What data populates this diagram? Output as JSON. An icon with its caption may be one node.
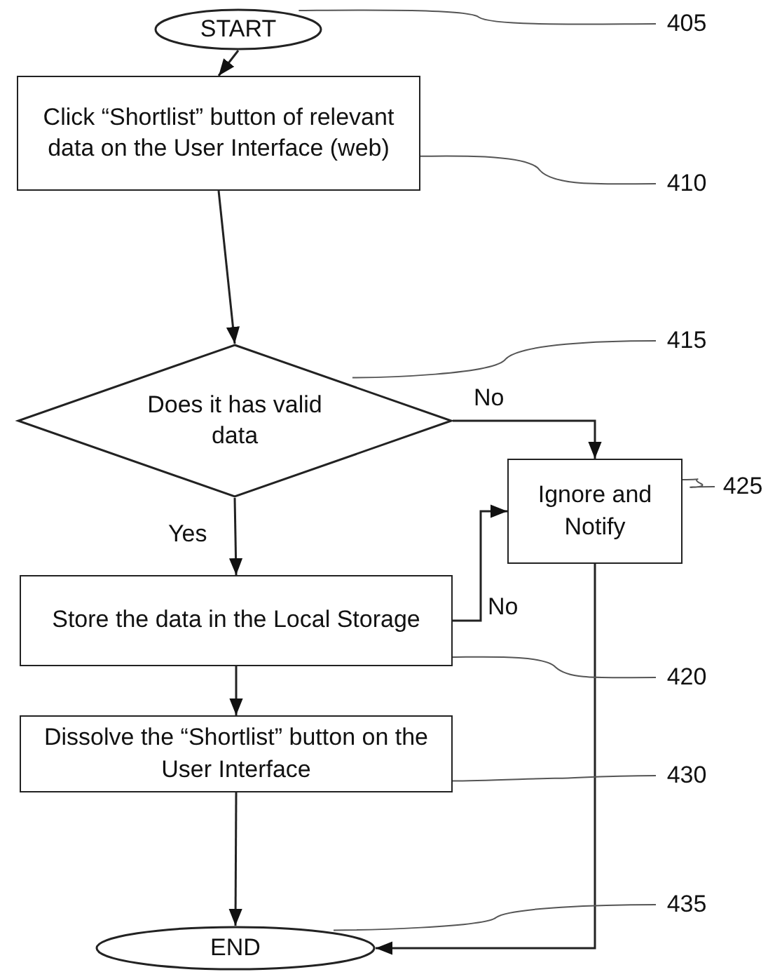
{
  "diagram": {
    "nodes": [
      {
        "text": [
          "START"
        ]
      },
      {
        "text": [
          "Click “Shortlist” button of relevant data on the User Interface (web)"
        ]
      },
      {
        "text": [
          "Does it has valid data"
        ]
      },
      {
        "text": [
          "Ignore and Notify"
        ]
      },
      {
        "text": [
          "Store the data in the Local Storage"
        ]
      },
      {
        "text": [
          "Dissolve the “Shortlist” button on the User Interface"
        ]
      },
      {
        "text": [
          "END"
        ]
      },
      {
        "text": [
          "405"
        ]
      },
      {
        "text": [
          "410"
        ]
      },
      {
        "text": [
          "415"
        ]
      },
      {
        "text": [
          "425"
        ]
      },
      {
        "text": [
          "420"
        ]
      },
      {
        "text": [
          "430"
        ]
      },
      {
        "text": [
          "435"
        ]
      }
    ],
    "edges": [
      {
        "from": 0,
        "to": 1,
        "arrow": "to"
      },
      {
        "from": 1,
        "to": 2,
        "arrow": "to"
      },
      {
        "from": 2,
        "to": 4,
        "arrow": "to",
        "label": "Yes"
      },
      {
        "from": 2,
        "to": 3,
        "arrow": "to",
        "label": "No"
      },
      {
        "from": 4,
        "to": 3,
        "arrow": "to",
        "label": "No"
      },
      {
        "from": 4,
        "to": 5,
        "arrow": "to"
      },
      {
        "from": 5,
        "to": 6,
        "arrow": "to"
      },
      {
        "from": 3,
        "to": 6,
        "arrow": "to"
      },
      {
        "from": 7,
        "to": 0,
        "arrow": "none"
      },
      {
        "from": 8,
        "to": 1,
        "arrow": "none"
      },
      {
        "from": 9,
        "to": 2,
        "arrow": "none"
      },
      {
        "from": 10,
        "to": 3,
        "arrow": "none"
      },
      {
        "from": 11,
        "to": 4,
        "arrow": "none"
      },
      {
        "from": 12,
        "to": 5,
        "arrow": "none"
      },
      {
        "from": 13,
        "to": 6,
        "arrow": "none"
      }
    ]
  }
}
